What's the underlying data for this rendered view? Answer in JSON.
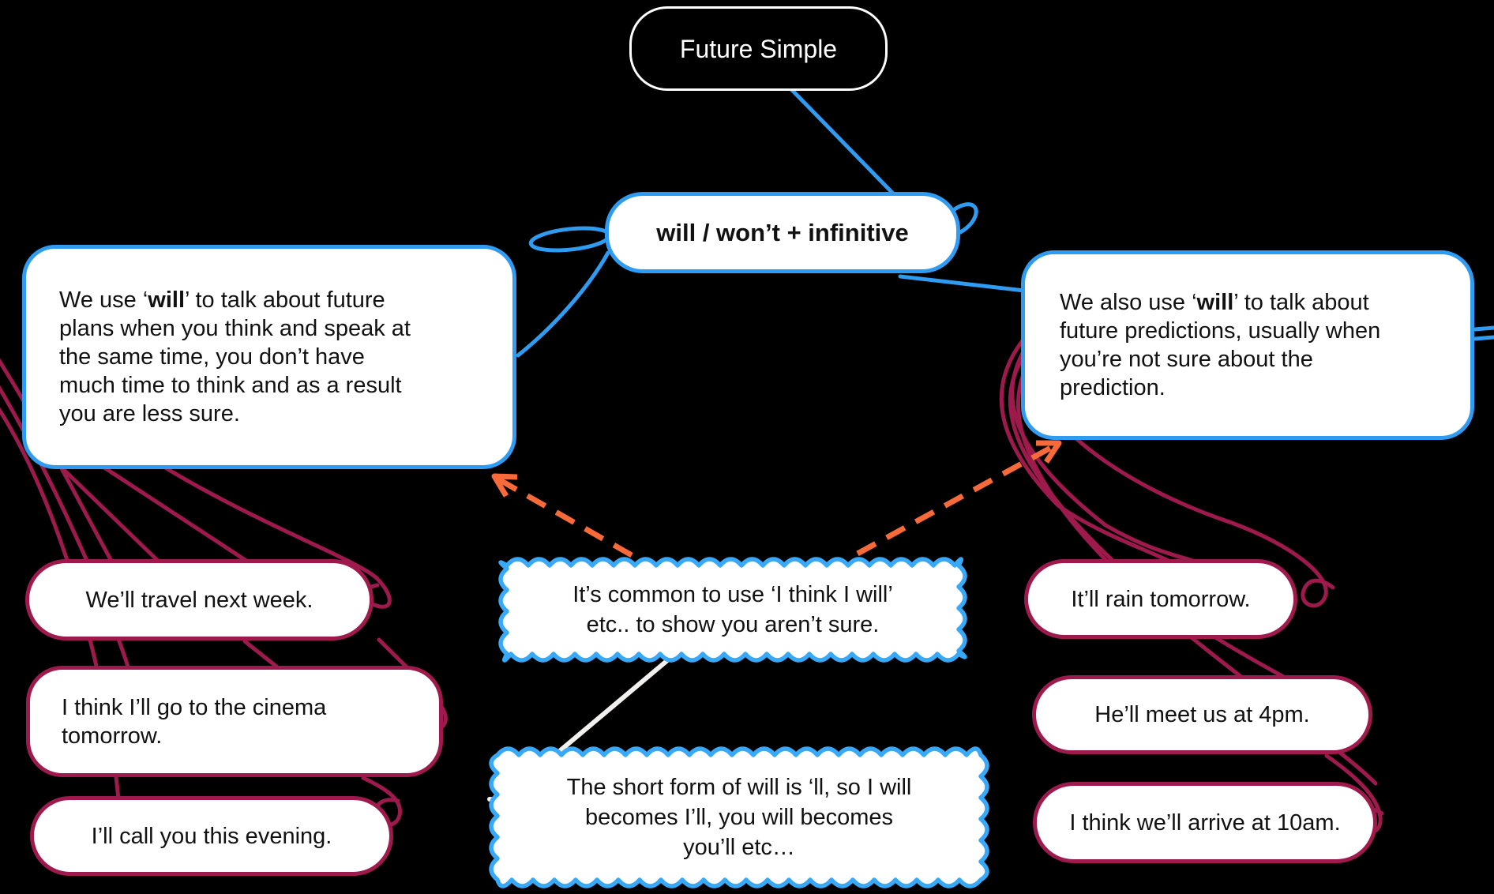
{
  "diagram": {
    "title": "Future Simple",
    "form": "will / won’t + infinitive",
    "usage_left": {
      "pre": "We use ‘",
      "term": "will",
      "post": "’ to talk about future\nplans when you think and speak at\nthe same time, you don’t have\nmuch time to think and as a result\nyou are less sure."
    },
    "usage_right": {
      "pre": "We also use ‘",
      "term": "will",
      "post": "’ to talk about\nfuture predictions, usually when\nyou’re not sure about the\nprediction."
    },
    "left_examples": [
      "We’ll travel next week.",
      "I think I’ll go to the cinema\ntomorrow.",
      "I’ll call you this evening."
    ],
    "right_examples": [
      "It’ll rain tomorrow.",
      "He’ll meet us at 4pm.",
      "I think we’ll arrive at 10am."
    ],
    "notes": {
      "common": "It’s common to use ‘I think I will’\netc.. to show you aren’t sure.",
      "short_form": "The short form of will is ‘ll, so I will\nbecomes I’ll, you will becomes\nyou’ll etc…"
    }
  },
  "colors": {
    "background": "#000000",
    "node_border_blue": "#2f9cf1",
    "cloud_border_blue": "#38a8f8",
    "example_border_maroon": "#9e1a4d",
    "arrow_orange": "#f96a3a",
    "white_connector": "#f2efef",
    "title_border_white": "#ffffff"
  }
}
